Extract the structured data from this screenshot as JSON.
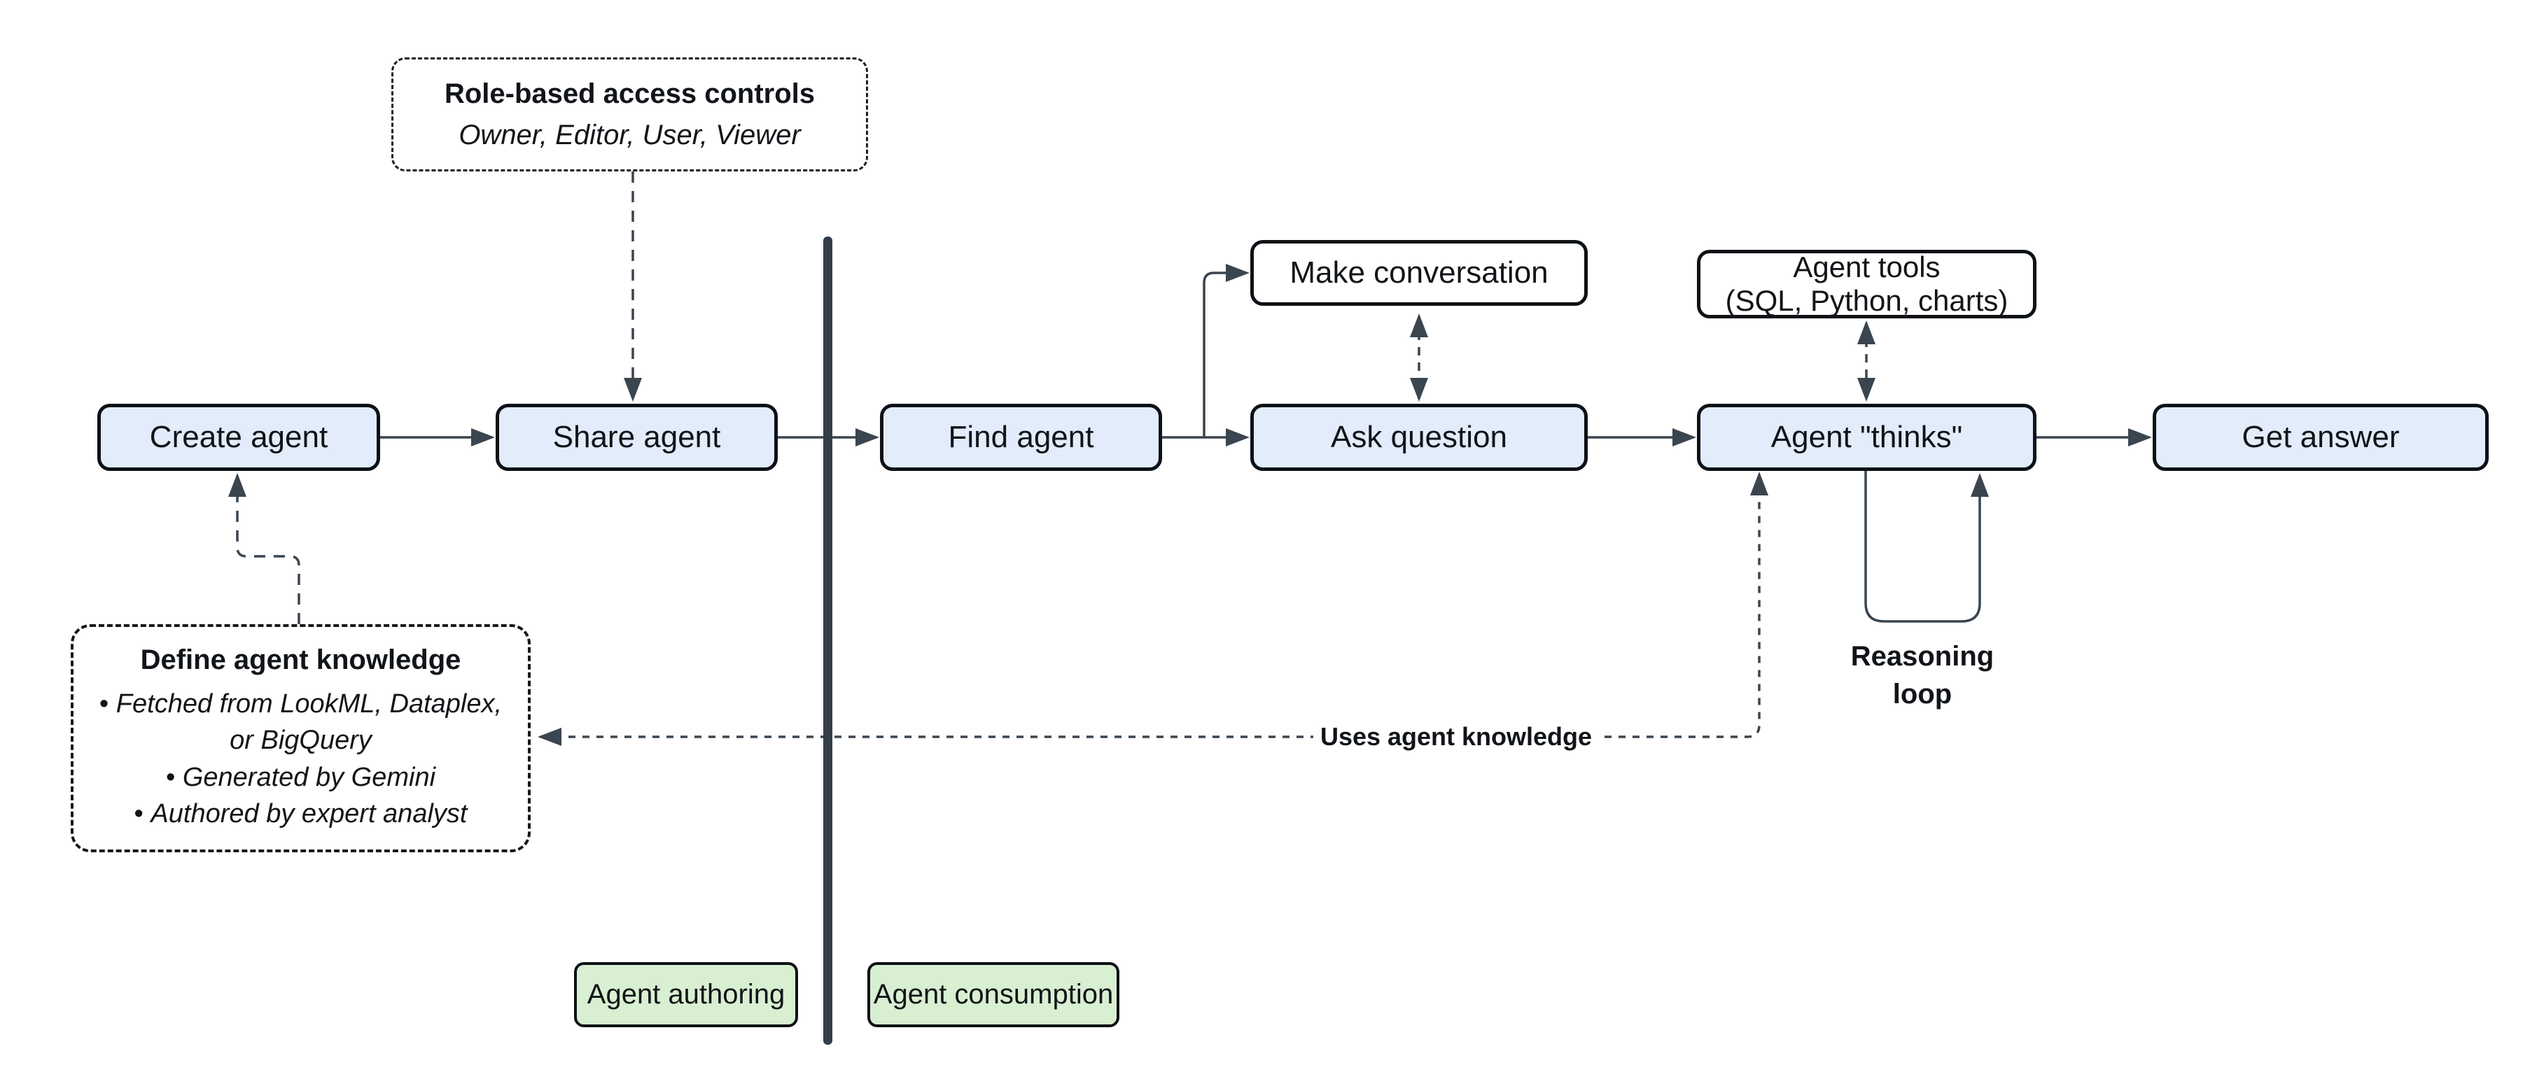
{
  "colors": {
    "node_fill_blue": "#e2ecfa",
    "node_fill_white": "#ffffff",
    "legend_fill_green": "#d8efd2",
    "box_border": "#0c1116",
    "connector": "#3a4550",
    "divider": "#333e48"
  },
  "flow": {
    "create_agent": "Create agent",
    "share_agent": "Share agent",
    "find_agent": "Find agent",
    "ask_question": "Ask question",
    "agent_thinks": "Agent \"thinks\"",
    "get_answer": "Get answer",
    "make_conversation": "Make conversation",
    "agent_tools_line1": "Agent tools",
    "agent_tools_line2": "(SQL, Python, charts)"
  },
  "callouts": {
    "role_based": {
      "title": "Role-based access controls",
      "subtitle": "Owner, Editor, User, Viewer"
    },
    "define_knowledge": {
      "title": "Define agent knowledge",
      "items": [
        "Fetched from LookML, Dataplex, or BigQuery",
        "Generated by Gemini",
        "Authored by expert analyst"
      ]
    }
  },
  "edge_labels": {
    "uses_agent_knowledge": "Uses agent knowledge",
    "reasoning_loop": "Reasoning loop"
  },
  "legend": {
    "authoring": "Agent authoring",
    "consumption": "Agent consumption"
  }
}
